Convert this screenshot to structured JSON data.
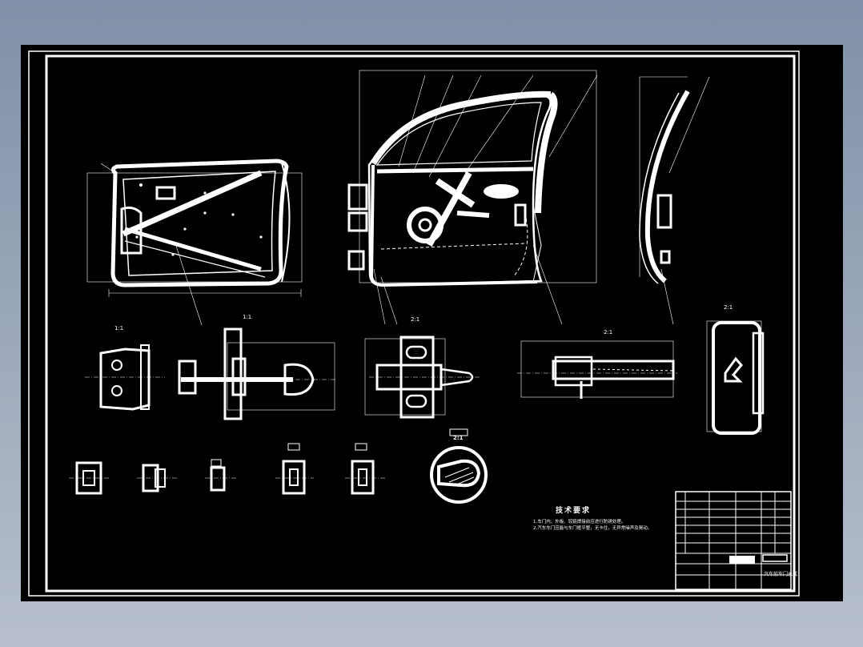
{
  "views": {
    "section_1": "1:1",
    "section_2": "1:1",
    "section_3": "2:1",
    "section_4": "2:1",
    "section_5": "2:1",
    "detail_enlarged": "2:1"
  },
  "tech_requirements": {
    "title": "技术要求",
    "lines": [
      "1.车门内、外板、铰链焊接前应进行防锈处理。",
      "2.汽车车门应能与车门框平整，无卡住，无异常噪声及晃动。"
    ]
  },
  "title_block": {
    "drawing_name": "汽车前车门总成"
  },
  "colors": {
    "sheet_background": "#000000",
    "line_color": "#ffffff",
    "viewer_background": "#8c9aad"
  }
}
